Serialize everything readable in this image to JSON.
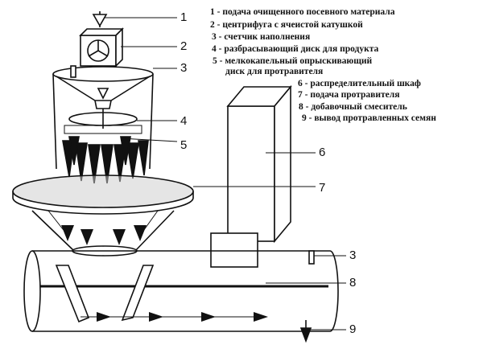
{
  "legend": [
    "1 - подача очищенного посевного материала",
    "2 - центрифуга с ячеистой катушкой",
    "3 - счетчик наполнения",
    "4 - разбрасывающий диск для продукта",
    "5 - мелкокапельный опрыскивающий",
    "диск для протравителя",
    "6 - распределительный шкаф",
    "7 - подача протравителя",
    "8 - добавочный смеситель",
    "9 - вывод протравленных семян"
  ],
  "callouts": {
    "n1": "1",
    "n2": "2",
    "n3a": "3",
    "n4": "4",
    "n5": "5",
    "n6": "6",
    "n7": "7",
    "n3b": "3",
    "n8": "8",
    "n9": "9"
  }
}
